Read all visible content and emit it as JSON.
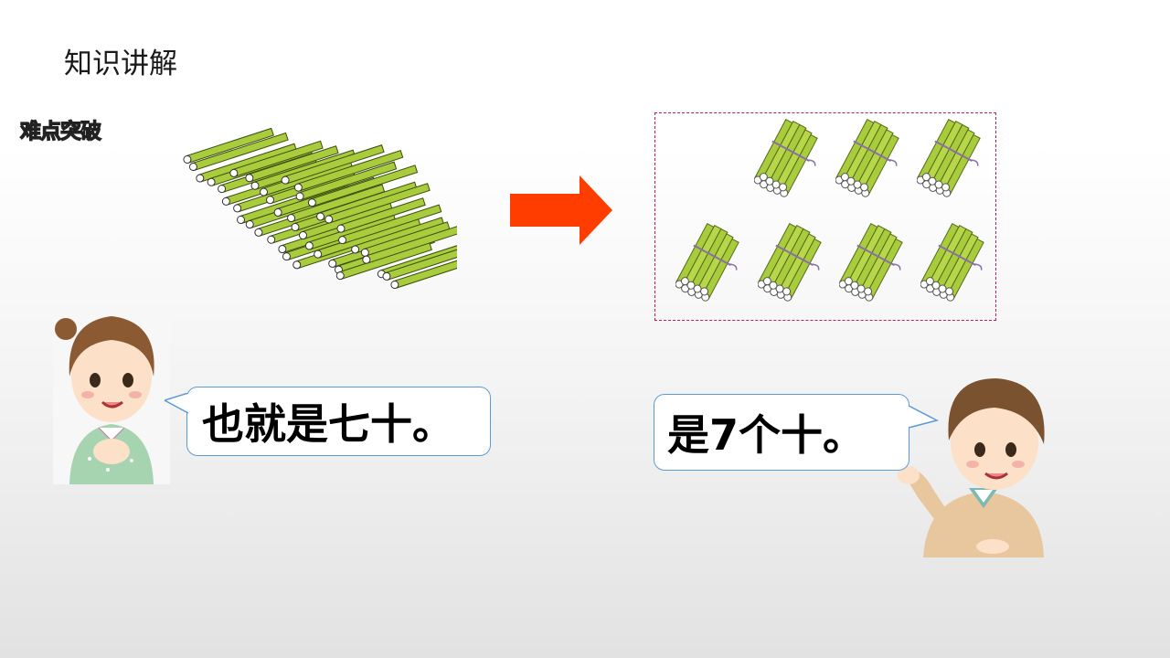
{
  "slide": {
    "title": "知识讲解",
    "badge": "难点突破"
  },
  "dialog": {
    "girl_says": "也就是七十。",
    "boy_says": "是7个十。"
  },
  "illustration": {
    "loose_sticks": "loose-sticks-pile",
    "bundle_count": 7,
    "arrow_color": "#ff3d00",
    "stick_color": "#a8cc3c",
    "bubble_border_color": "#5b9bd5",
    "box_border_color": "#c2185b"
  }
}
